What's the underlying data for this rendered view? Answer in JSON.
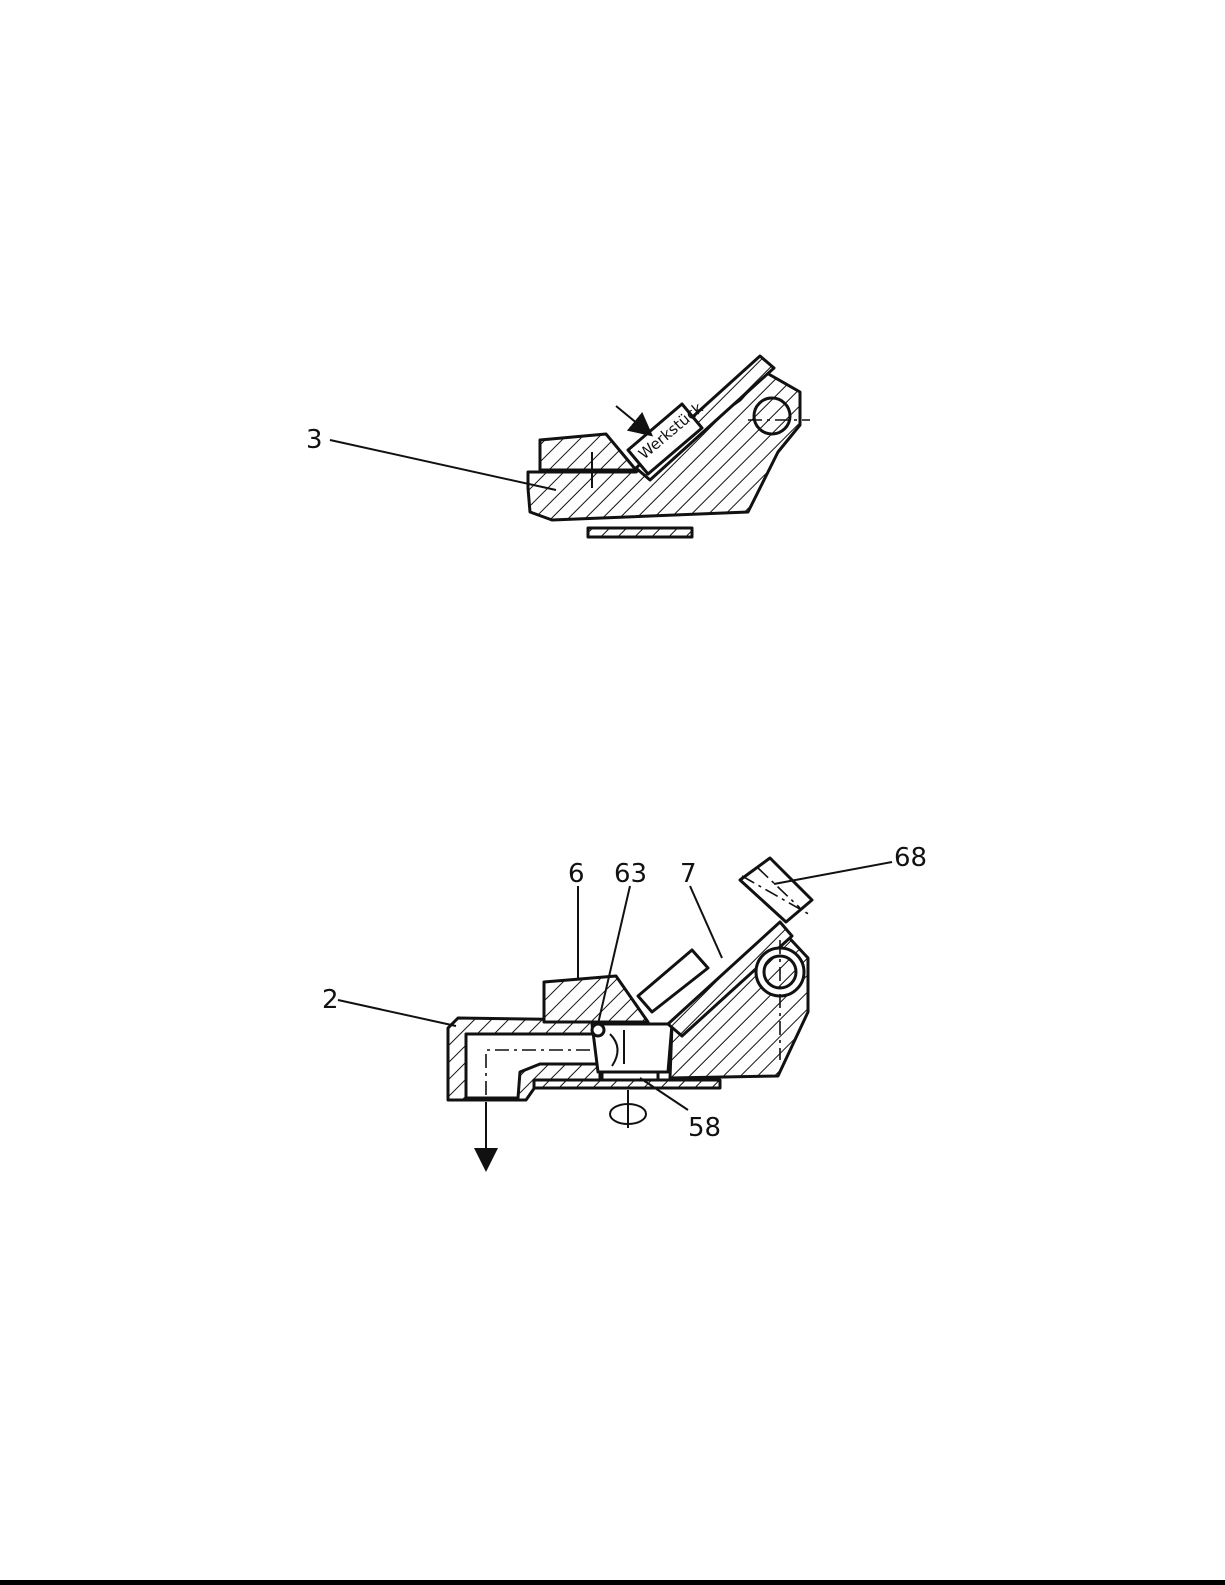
{
  "figure_top": {
    "labels": {
      "ref_3": "3",
      "workpiece": "Werkstück"
    }
  },
  "figure_bottom": {
    "labels": {
      "ref_2": "2",
      "ref_6": "6",
      "ref_63": "63",
      "ref_7": "7",
      "ref_68": "68",
      "ref_58": "58"
    }
  }
}
